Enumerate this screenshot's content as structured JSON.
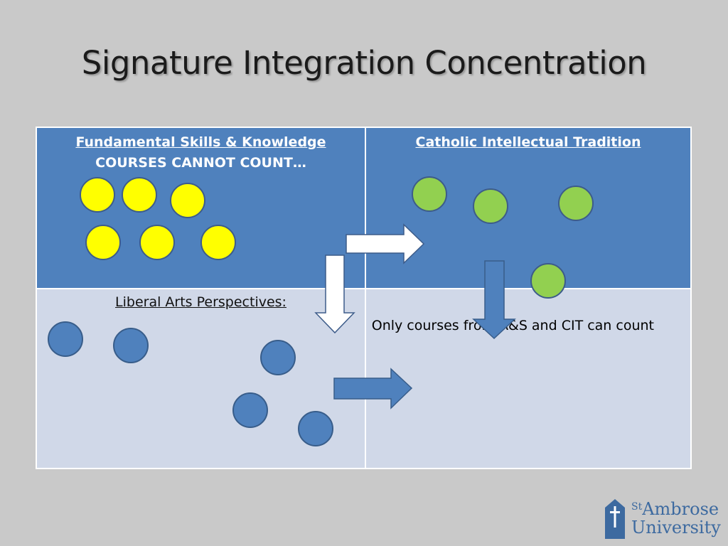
{
  "slide": {
    "title": "Signature Integration Concentration",
    "cells": {
      "top_left": {
        "heading": "Fundamental Skills & Knowledge",
        "subheading": "COURSES CANNOT COUNT…"
      },
      "top_right": {
        "heading": "Catholic Intellectual Tradition"
      },
      "bottom_left": {
        "heading": "Liberal Arts Perspectives:"
      },
      "bottom_right": {
        "note": "Only courses from A&S and CIT can count"
      }
    },
    "colors": {
      "background": "#c9c9c9",
      "top_cell": "#4f81bd",
      "bottom_cell": "#d0d8e8",
      "yellow_dot": "#ffff00",
      "green_dot": "#92d050",
      "blue_dot": "#4f81bd",
      "logo_blue": "#3d6aa0"
    },
    "logo": {
      "name_line1_prefix": "St",
      "name_line1_rest": "Ambrose",
      "name_line2": "University",
      "icon": "cross-steeple-icon"
    }
  }
}
